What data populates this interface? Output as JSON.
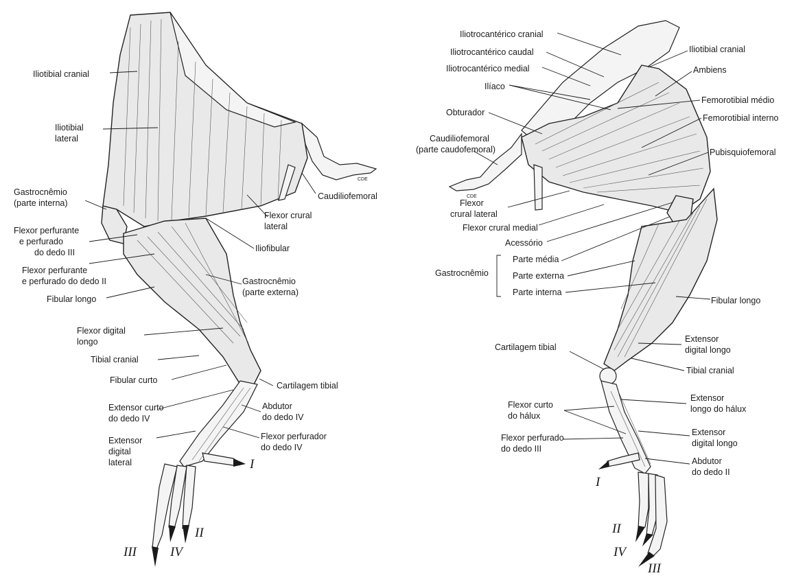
{
  "left_view": {
    "labels": {
      "iliotibial_cranial": "Iliotibial cranial",
      "iliotibial_lateral_1": "Iliotibial",
      "iliotibial_lateral_2": "lateral",
      "gastro_interna_1": "Gastrocnêmio",
      "gastro_interna_2": "(parte interna)",
      "fpp3_1": "Flexor perfurante",
      "fpp3_2": "e perfurado",
      "fpp3_3": "do dedo III",
      "fpp2_1": "Flexor perfurante",
      "fpp2_2": "e perfurado do dedo II",
      "fibular_longo": "Fibular longo",
      "flexor_digital_1": "Flexor digital",
      "flexor_digital_2": "longo",
      "tibial_cranial": "Tibial cranial",
      "fibular_curto": "Fibular curto",
      "ext_curto_1": "Extensor curto",
      "ext_curto_2": "do dedo IV",
      "ext_lateral_1": "Extensor",
      "ext_lateral_2": "digital",
      "ext_lateral_3": "lateral",
      "caudiliofemoral": "Caudiliofemoral",
      "flexor_crural_lat_1": "Flexor crural",
      "flexor_crural_lat_2": "lateral",
      "iliofibular": "Iliofibular",
      "gastro_externa_1": "Gastrocnêmio",
      "gastro_externa_2": "(parte externa)",
      "cartilagem": "Cartilagem tibial",
      "abdutor_1": "Abdutor",
      "abdutor_2": "do dedo IV",
      "flexor_perf_1": "Flexor perfurador",
      "flexor_perf_2": "do dedo IV",
      "cde": "CDE"
    },
    "digits": {
      "I": "I",
      "II": "II",
      "III": "III",
      "IV": "IV"
    }
  },
  "right_view": {
    "labels": {
      "ilio_cranial": "Iliotrocantérico cranial",
      "ilio_caudal": "Iliotrocantérico caudal",
      "ilio_medial": "Iliotrocantérico medial",
      "iliaco": "Ilíaco",
      "obturador": "Obturador",
      "caudilio_1": "Caudiliofemoral",
      "caudilio_2": "(parte caudofemoral)",
      "flexor_crural_lat_1": "Flexor",
      "flexor_crural_lat_2": "crural lateral",
      "flexor_crural_medial": "Flexor crural medial",
      "acessorio": "Acessório",
      "gastro": "Gastrocnêmio",
      "parte_media": "Parte média",
      "parte_externa": "Parte externa",
      "parte_interna": "Parte interna",
      "cartilagem": "Cartilagem tibial",
      "flexor_curto_1": "Flexor curto",
      "flexor_curto_2": "do hálux",
      "flexor_perfurado_1": "Flexor perfurado",
      "flexor_perfurado_2": "do dedo III",
      "iliotibial_cranial": "Iliotibial cranial",
      "ambiens": "Ambiens",
      "femoro_medio": "Femorotibial médio",
      "femoro_interno": "Femorotibial interno",
      "pubisquio": "Pubisquiofemoral",
      "fibular_longo": "Fibular longo",
      "ext_digital_1": "Extensor",
      "ext_digital_2": "digital longo",
      "tibial_cranial": "Tibial cranial",
      "ext_halux_1": "Extensor",
      "ext_halux_2": "longo do hálux",
      "ext_digital_b_1": "Extensor",
      "ext_digital_b_2": "digital longo",
      "abdutor_1": "Abdutor",
      "abdutor_2": "do dedo II",
      "cde": "CDE"
    },
    "digits": {
      "I": "I",
      "II": "II",
      "III": "III",
      "IV": "IV"
    }
  }
}
